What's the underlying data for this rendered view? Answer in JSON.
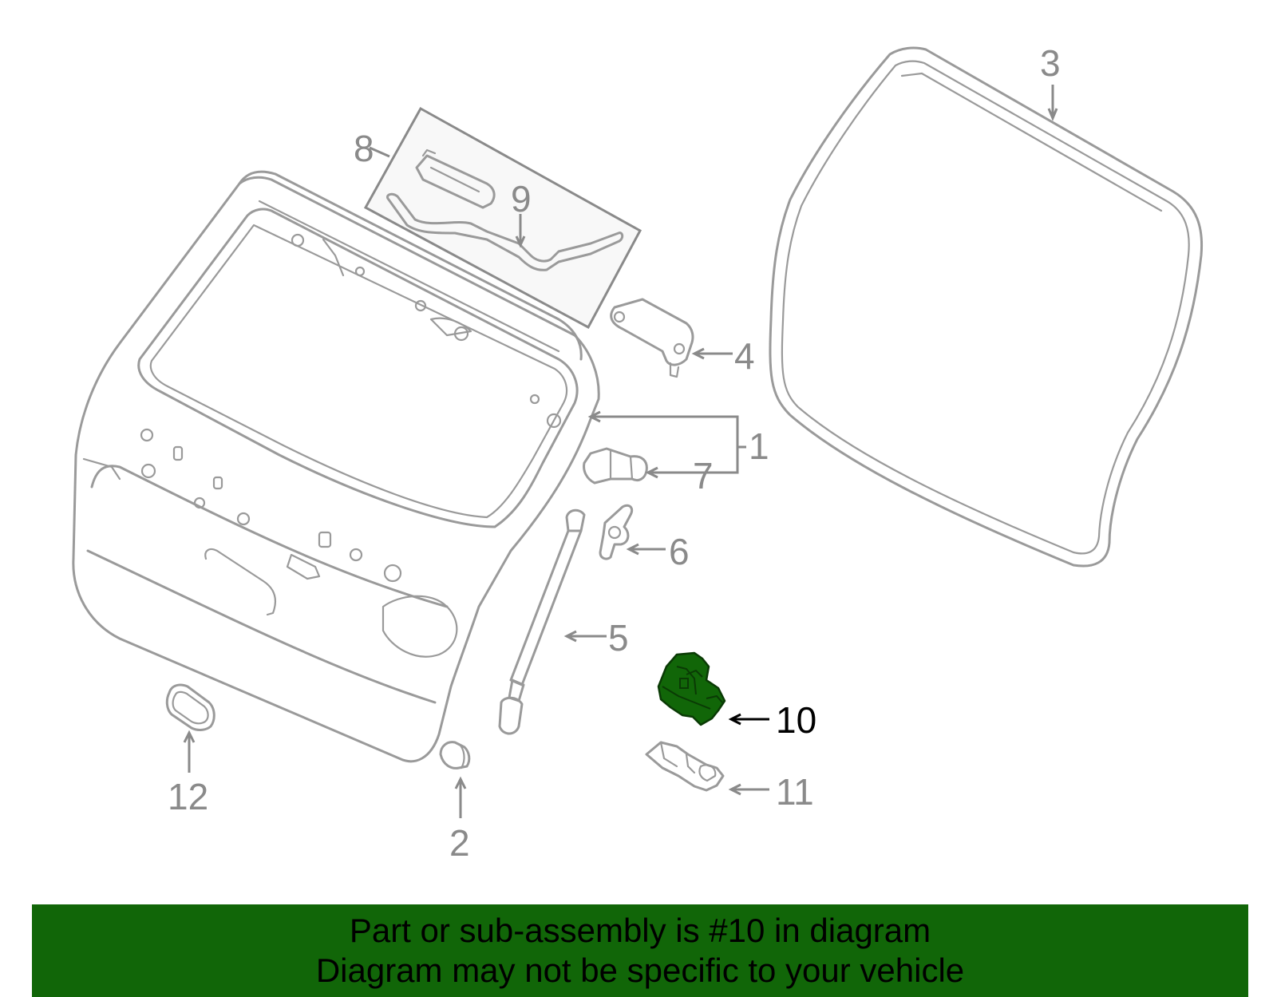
{
  "diagram": {
    "highlighted_part": "10",
    "highlight_color": "#116608",
    "line_color": "#9a9a9a",
    "callouts": {
      "c1": "1",
      "c2": "2",
      "c3": "3",
      "c4": "4",
      "c5": "5",
      "c6": "6",
      "c7": "7",
      "c8": "8",
      "c9": "9",
      "c10": "10",
      "c11": "11",
      "c12": "12"
    }
  },
  "banner": {
    "line1": "Part or sub-assembly is #10 in diagram",
    "line2": "Diagram may not be specific to your vehicle",
    "background": "#116608"
  }
}
